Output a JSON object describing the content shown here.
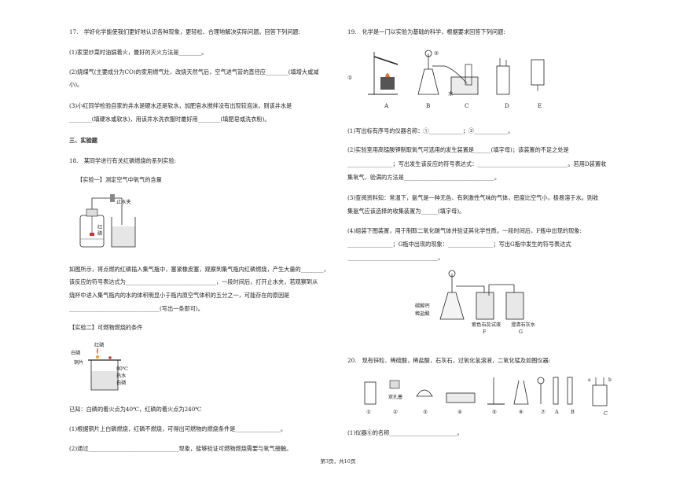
{
  "left": {
    "q17": {
      "stem": "17.　学好化学能使我们更好地认识各种现象，更轻松、合理地解决实际问题。回答下列问题:",
      "s1": "(1)家里炒菜时油锅着火，最好的灭火方法是________。",
      "s2a": "(2)烧煤气(主要成分为CO)的家用燃气灶，改烧天然气后，空气进气管的直径应________(填增大或减",
      "s2b": "小)。",
      "s3a": "(3)小红同学检验自家的井水是硬水还是软水，加肥皂水搅拌没有出现较泡沫，则该井水是",
      "s3b": "________(填硬水或软水)，用该井水洗衣服时最好用________(填肥皂或洗衣粉)。"
    },
    "section": "三、实验题",
    "q18": {
      "stem": "18.　某同学进行有关红磷燃烧的系列实验:",
      "exp1_title": "【实验一】测定空气中氧气的含量",
      "fig1": {
        "clip": "止水夹",
        "phos": "红",
        "phos2": "磷"
      },
      "p1": "如图所示，将点燃的红磷插入集气瓶中，塞紧橡皮塞，观察到集气瓶内红磷燃烧，产生大量的________，",
      "p2": "该反应的符号表达式为________________________________，一段时间后，打开止水夹，若观察到从",
      "p3": "烧杯中进入集气瓶内的水的体积明显小于瓶内原空气体积的五分之一，可能存在的原因是",
      "p4": "________________________________(写出一条即可)。",
      "exp2_title": "【实验二】可燃物燃烧的条件",
      "fig2": {
        "red": "红磷",
        "white": "白磷",
        "cu": "铜片",
        "temp": "80℃",
        "hot": "热水",
        "white2": "白磷"
      },
      "known": "已知：白磷的着火点为40℃，红磷的着火点为240℃",
      "s1": "(1)根据铜片上白磷燃烧，红磷不燃烧，可得出可燃物的燃烧条件是________________。",
      "s2": "(2)通过________________________________现象，能够验证可燃物燃烧需要与氧气接触。"
    }
  },
  "right": {
    "q19": {
      "stem": "19.　化学是一门以实验为基础的科学，根据要求回答下列问题:",
      "fig_labels": [
        "A",
        "B",
        "C",
        "D",
        "E"
      ],
      "mark1": "①",
      "mark2": "②",
      "water": "水",
      "s1": "(1)写出标有序号的仪器名称：①____________；②____________。",
      "s2a": "(2)实验室用高锰酸钾制取氧气可选用的发生装置是______(填字母)；该装置的不足之处是",
      "s2b": "________________；写出发生该反应的符号表达式：________________________________。若用D装置收",
      "s2c": "集氧气，验满的方法是________________________________。",
      "s3a": "(3)查阅资料知：常温下，氨气是一种无色、有刺激性气味的气体，密度比空气小，极易溶于水。则收",
      "s3b": "集氨气应该选择的收集装置为______(填字母)。",
      "s4a": "(4)组装下图装置，用于制取二氧化碳气体并验证其化学性质。一段时间后，F瓶中出现的现象:",
      "s4b": "________________；G瓶中出现的现象：________________；写出G瓶中发生的符号表达式",
      "s4c": "________________________________。",
      "fig2": {
        "a": "碳酸钙",
        "b": "稀盐酸",
        "c": "紫色石蕊试液",
        "d": "澄清石灰水",
        "F": "F",
        "G": "G"
      }
    },
    "q20": {
      "stem": "20.　现有锌粒、稀硫酸，稀盐酸，石灰石，过氧化氢溶液，二氧化锰及如图仪器:",
      "plug": "双孔塞",
      "nums": [
        "①",
        "②",
        "③",
        "④",
        "⑤",
        "⑥",
        "⑦",
        "A",
        "B",
        "C"
      ],
      "ab": [
        "a",
        "b"
      ],
      "s1": "(1)仪器⑥的名称________________________。"
    }
  },
  "footer": "第3页，共10页"
}
